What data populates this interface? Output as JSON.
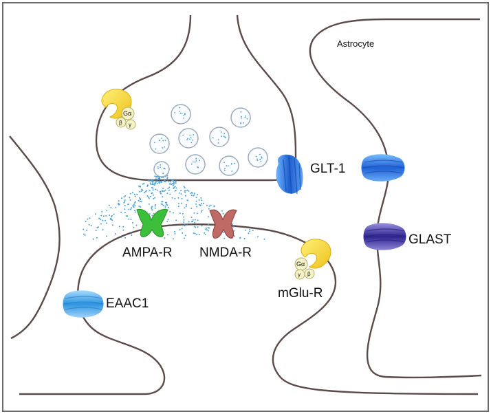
{
  "labels": {
    "astrocyte": "Astrocyte",
    "glt1": "GLT-1",
    "glast": "GLAST",
    "ampa": "AMPA-R",
    "nmda": "NMDA-R",
    "mglu": "mGlu-R",
    "eaac1": "EAAC1",
    "g_alpha": "Gα",
    "g_beta": "β",
    "g_gamma": "γ"
  },
  "colors": {
    "membrane": "#5a4a4a",
    "vesicle": "#9aaabb",
    "glutamate_dots": "#4a9fd6",
    "glt1": "#2f6fd8",
    "glast": "#4a3fb0",
    "eaac1": "#49a9e6",
    "ampa": "#3cbf3a",
    "nmda": "#b85c5a",
    "gprotein_receptor": "#f3d02a",
    "gprotein_subunits": "#f6f2c8"
  }
}
